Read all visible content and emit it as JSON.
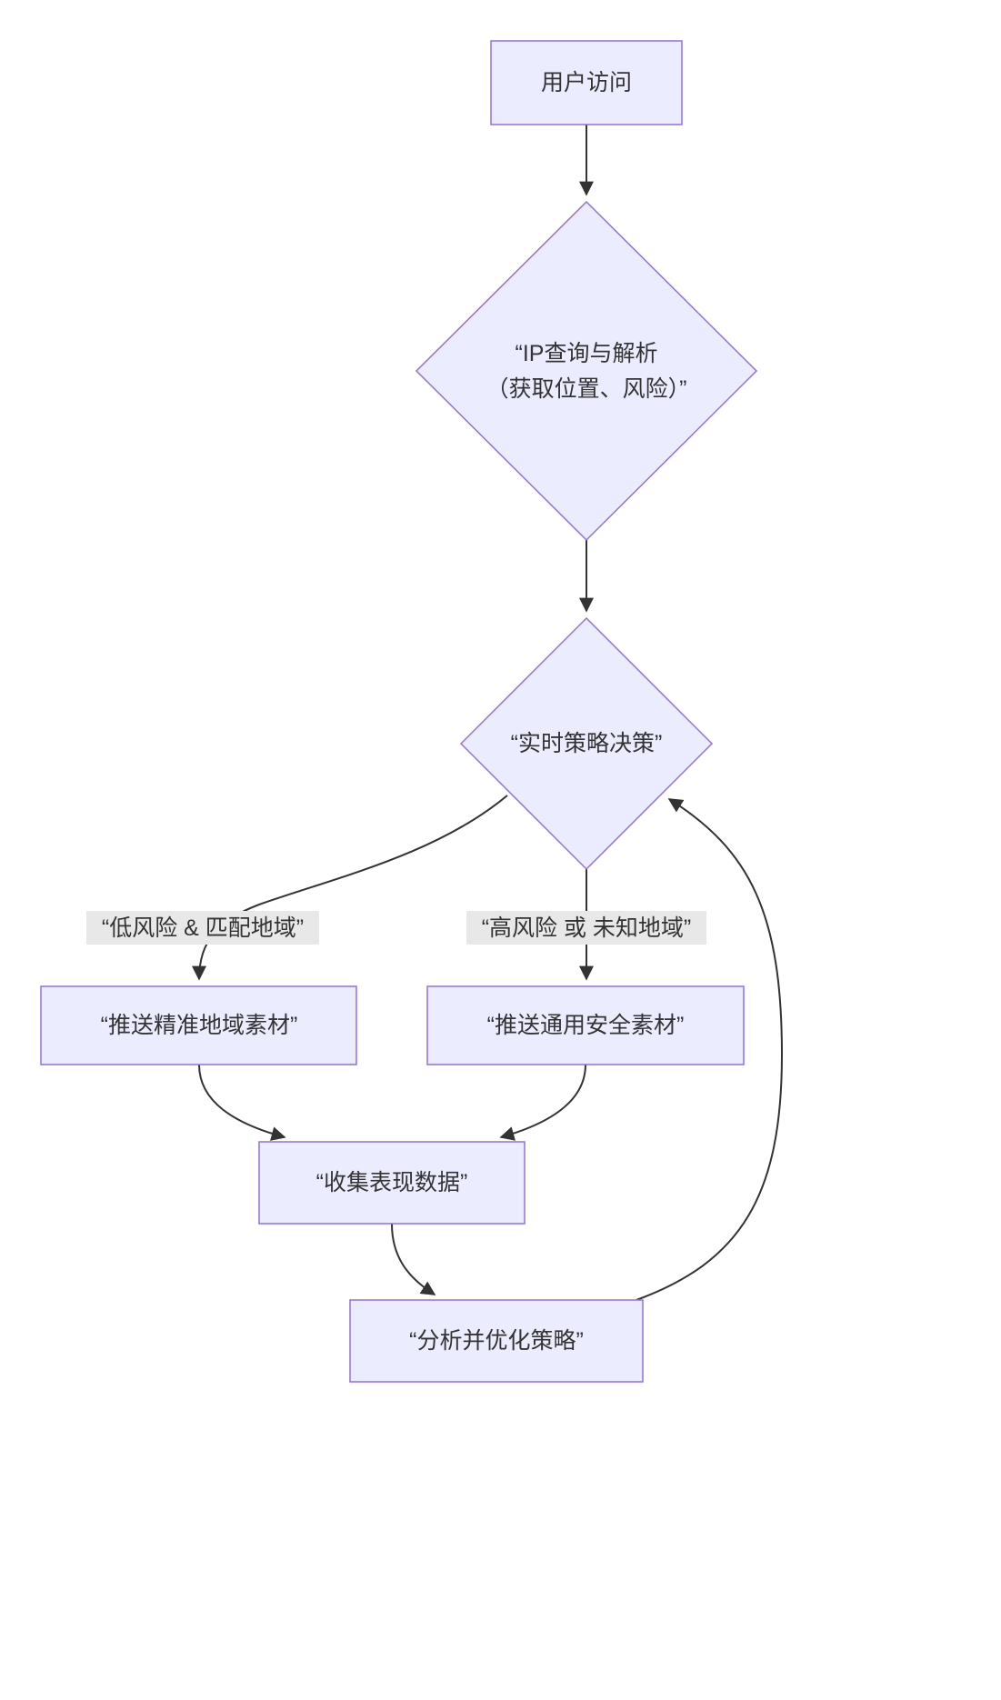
{
  "diagram": {
    "type": "flowchart",
    "direction": "top-down",
    "nodes": {
      "user_visit": {
        "shape": "rect",
        "label": "用户访问"
      },
      "ip_query": {
        "shape": "diamond",
        "label_line1": "“IP查询与解析",
        "label_line2": "（获取位置、风险）”"
      },
      "realtime_decision": {
        "shape": "diamond",
        "label": "“实时策略决策”"
      },
      "push_regional": {
        "shape": "rect",
        "label": "“推送精准地域素材”"
      },
      "push_generic": {
        "shape": "rect",
        "label": "“推送通用安全素材”"
      },
      "collect_data": {
        "shape": "rect",
        "label": "“收集表现数据”"
      },
      "analyze_optimize": {
        "shape": "rect",
        "label": "“分析并优化策略”"
      }
    },
    "edge_labels": {
      "low_risk": "“低风险 & 匹配地域”",
      "high_risk": "“高风险 或 未知地域”"
    },
    "edges": [
      {
        "from": "user_visit",
        "to": "ip_query"
      },
      {
        "from": "ip_query",
        "to": "realtime_decision"
      },
      {
        "from": "realtime_decision",
        "to": "push_regional",
        "label": "“低风险 & 匹配地域”"
      },
      {
        "from": "realtime_decision",
        "to": "push_generic",
        "label": "“高风险 或 未知地域”"
      },
      {
        "from": "push_regional",
        "to": "collect_data"
      },
      {
        "from": "push_generic",
        "to": "collect_data"
      },
      {
        "from": "collect_data",
        "to": "analyze_optimize"
      },
      {
        "from": "analyze_optimize",
        "to": "realtime_decision"
      }
    ],
    "colors": {
      "node_fill": "#ECECFF",
      "node_border": "#9370DB",
      "edge": "#333333",
      "edge_label_bg": "#e8e8e8",
      "text": "#333333"
    }
  }
}
